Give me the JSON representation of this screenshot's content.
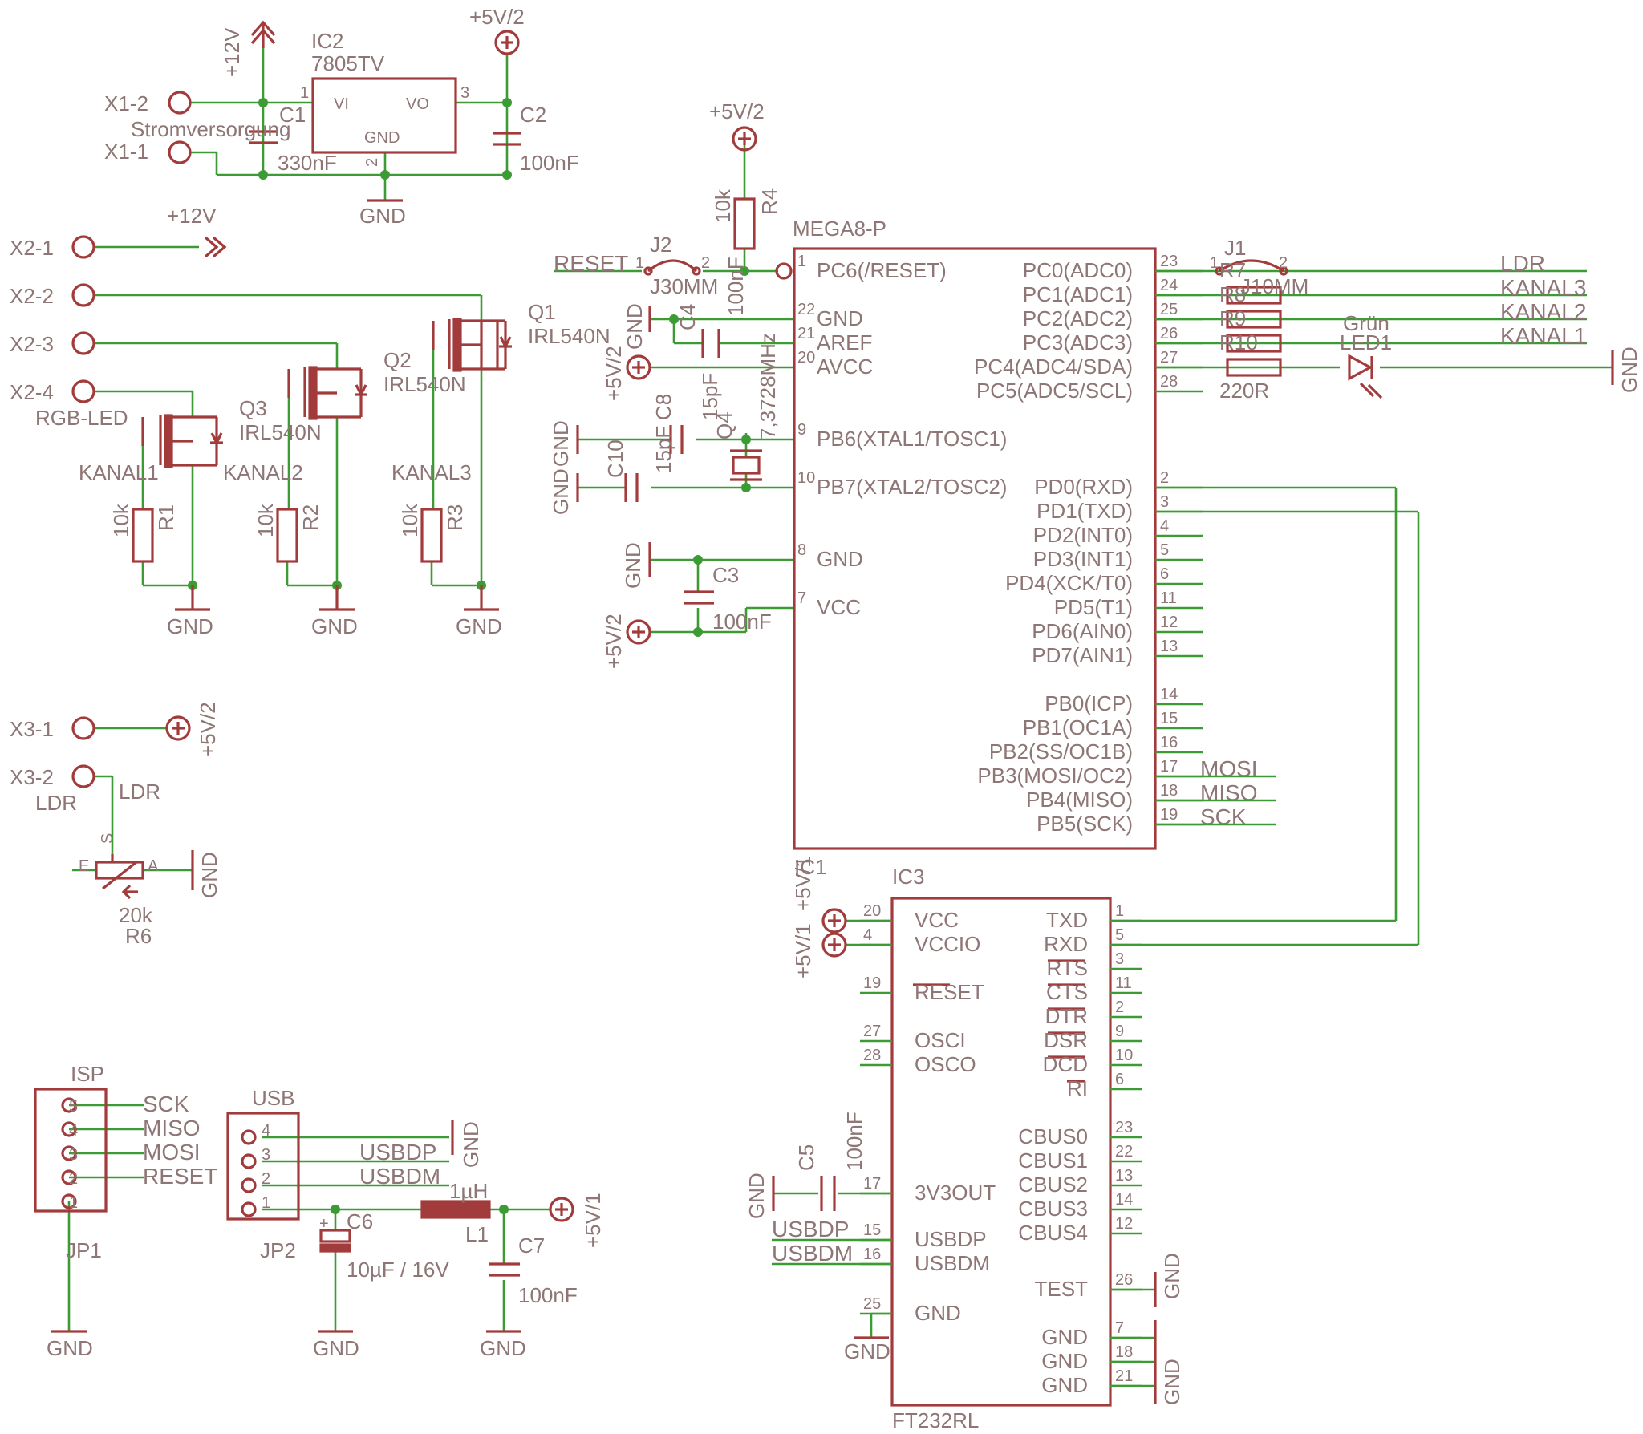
{
  "power_regulator": {
    "x1_2": "X1-2",
    "x1_1": "X1-1",
    "note": "Stromversorgung",
    "p12v": "+12V",
    "p5v": "+5V/2",
    "gnd": "GND",
    "ic2_name": "IC2",
    "ic2_value": "7805TV",
    "vi": "VI",
    "vo": "VO",
    "ic_gnd": "GND",
    "pin1": "1",
    "pin2": "2",
    "pin3": "3",
    "c1_name": "C1",
    "c1_value": "330nF",
    "c2_name": "C2",
    "c2_value": "100nF"
  },
  "led_driver": {
    "x2_1": "X2-1",
    "x2_2": "X2-2",
    "x2_3": "X2-3",
    "x2_4": "X2-4",
    "rgb_led": "RGB-LED",
    "p12v": "+12V",
    "q1": "Q1",
    "q2": "Q2",
    "q3": "Q3",
    "mosfet": "IRL540N",
    "kanal1": "KANAL1",
    "kanal2": "KANAL2",
    "kanal3": "KANAL3",
    "r1": "R1",
    "r2": "R2",
    "r3": "R3",
    "r_value": "10k",
    "gnd": "GND"
  },
  "ldr_block": {
    "x3_1": "X3-1",
    "x3_2": "X3-2",
    "ldr": "LDR",
    "p5v": "+5V/2",
    "e": "E",
    "a": "A",
    "s": "S",
    "r6": "R6",
    "r6_value": "20k",
    "gnd": "GND"
  },
  "mcu": {
    "name": "IC1",
    "value": "MEGA8-P",
    "left_pins": [
      {
        "num": "1",
        "label": "PC6(/RESET)"
      },
      {
        "num": "22",
        "label": "GND"
      },
      {
        "num": "21",
        "label": "AREF"
      },
      {
        "num": "20",
        "label": "AVCC"
      },
      {
        "num": "9",
        "label": "PB6(XTAL1/TOSC1)"
      },
      {
        "num": "10",
        "label": "PB7(XTAL2/TOSC2)"
      },
      {
        "num": "8",
        "label": "GND"
      },
      {
        "num": "7",
        "label": "VCC"
      }
    ],
    "right_pins": [
      {
        "num": "23",
        "label": "PC0(ADC0)"
      },
      {
        "num": "24",
        "label": "PC1(ADC1)"
      },
      {
        "num": "25",
        "label": "PC2(ADC2)"
      },
      {
        "num": "26",
        "label": "PC3(ADC3)"
      },
      {
        "num": "27",
        "label": "PC4(ADC4/SDA)"
      },
      {
        "num": "28",
        "label": "PC5(ADC5/SCL)"
      },
      {
        "num": "2",
        "label": "PD0(RXD)"
      },
      {
        "num": "3",
        "label": "PD1(TXD)"
      },
      {
        "num": "4",
        "label": "PD2(INT0)"
      },
      {
        "num": "5",
        "label": "PD3(INT1)"
      },
      {
        "num": "6",
        "label": "PD4(XCK/T0)"
      },
      {
        "num": "11",
        "label": "PD5(T1)"
      },
      {
        "num": "12",
        "label": "PD6(AIN0)"
      },
      {
        "num": "13",
        "label": "PD7(AIN1)"
      },
      {
        "num": "14",
        "label": "PB0(ICP)"
      },
      {
        "num": "15",
        "label": "PB1(OC1A)"
      },
      {
        "num": "16",
        "label": "PB2(SS/OC1B)"
      },
      {
        "num": "17",
        "label": "PB3(MOSI/OC2)"
      },
      {
        "num": "18",
        "label": "PB4(MISO)"
      },
      {
        "num": "19",
        "label": "PB5(SCK)"
      }
    ],
    "nets": {
      "reset": "RESET",
      "p5v": "+5V/2",
      "gnd": "GND",
      "mosi": "MOSI",
      "miso": "MISO",
      "sck": "SCK"
    },
    "r4": "R4",
    "r4_value": "10k",
    "j2": "J2",
    "j2_value": "J30MM",
    "j2_pin1": "1",
    "j2_pin2": "2",
    "c4": "C4",
    "c4_value": "100nF",
    "c8": "C8",
    "c8_value": "15pF",
    "c10": "C10",
    "c10_value": "15pF",
    "q4": "Q4",
    "q4_value": "7,3728MHz",
    "c3": "C3",
    "c3_value": "100nF"
  },
  "outputs": {
    "j1": "J1",
    "j1_value": "J10MM",
    "j1_pin1": "1",
    "j1_pin2": "2",
    "r7": "R7",
    "r8": "R8",
    "r9": "R9",
    "r10": "R10",
    "r_value": "220R",
    "led_name": "LED1",
    "led_value": "Grün",
    "ldr": "LDR",
    "kanal3": "KANAL3",
    "kanal2": "KANAL2",
    "kanal1": "KANAL1",
    "gnd": "GND"
  },
  "usb_ic": {
    "name": "IC3",
    "value": "FT232RL",
    "left_pins": [
      {
        "num": "20",
        "label": "VCC"
      },
      {
        "num": "4",
        "label": "VCCIO"
      },
      {
        "num": "19",
        "label": "RESET"
      },
      {
        "num": "27",
        "label": "OSCI"
      },
      {
        "num": "28",
        "label": "OSCO"
      },
      {
        "num": "17",
        "label": "3V3OUT"
      },
      {
        "num": "15",
        "label": "USBDP"
      },
      {
        "num": "16",
        "label": "USBDM"
      },
      {
        "num": "25",
        "label": "GND"
      }
    ],
    "right_pins": [
      {
        "num": "1",
        "label": "TXD"
      },
      {
        "num": "5",
        "label": "RXD"
      },
      {
        "num": "3",
        "label": "RTS"
      },
      {
        "num": "11",
        "label": "CTS"
      },
      {
        "num": "2",
        "label": "DTR"
      },
      {
        "num": "9",
        "label": "DSR"
      },
      {
        "num": "10",
        "label": "DCD"
      },
      {
        "num": "6",
        "label": "RI"
      },
      {
        "num": "23",
        "label": "CBUS0"
      },
      {
        "num": "22",
        "label": "CBUS1"
      },
      {
        "num": "13",
        "label": "CBUS2"
      },
      {
        "num": "14",
        "label": "CBUS3"
      },
      {
        "num": "12",
        "label": "CBUS4"
      },
      {
        "num": "26",
        "label": "TEST"
      },
      {
        "num": "7",
        "label": "GND"
      },
      {
        "num": "18",
        "label": "GND"
      },
      {
        "num": "21",
        "label": "GND"
      }
    ],
    "nets": {
      "p5v1": "+5V/1",
      "gnd": "GND",
      "usbdp": "USBDP",
      "usbdm": "USBDM"
    },
    "c5": "C5",
    "c5_value": "100nF"
  },
  "connectors": {
    "isp": "ISP",
    "jp1": "JP1",
    "isp_pins": [
      "5",
      "4",
      "3",
      "2",
      "1"
    ],
    "isp_nets": [
      "SCK",
      "MISO",
      "MOSI",
      "RESET"
    ],
    "usb": "USB",
    "jp2": "JP2",
    "usb_pins": [
      "4",
      "3",
      "2",
      "1"
    ],
    "usb_nets": [
      "USBDP",
      "USBDM"
    ],
    "c6": "C6",
    "c6_value": "10µF / 16V",
    "c6_plus": "+",
    "l1": "L1",
    "l1_value": "1µH",
    "c7": "C7",
    "c7_value": "100nF",
    "p5v1": "+5V/1",
    "gnd": "GND"
  }
}
